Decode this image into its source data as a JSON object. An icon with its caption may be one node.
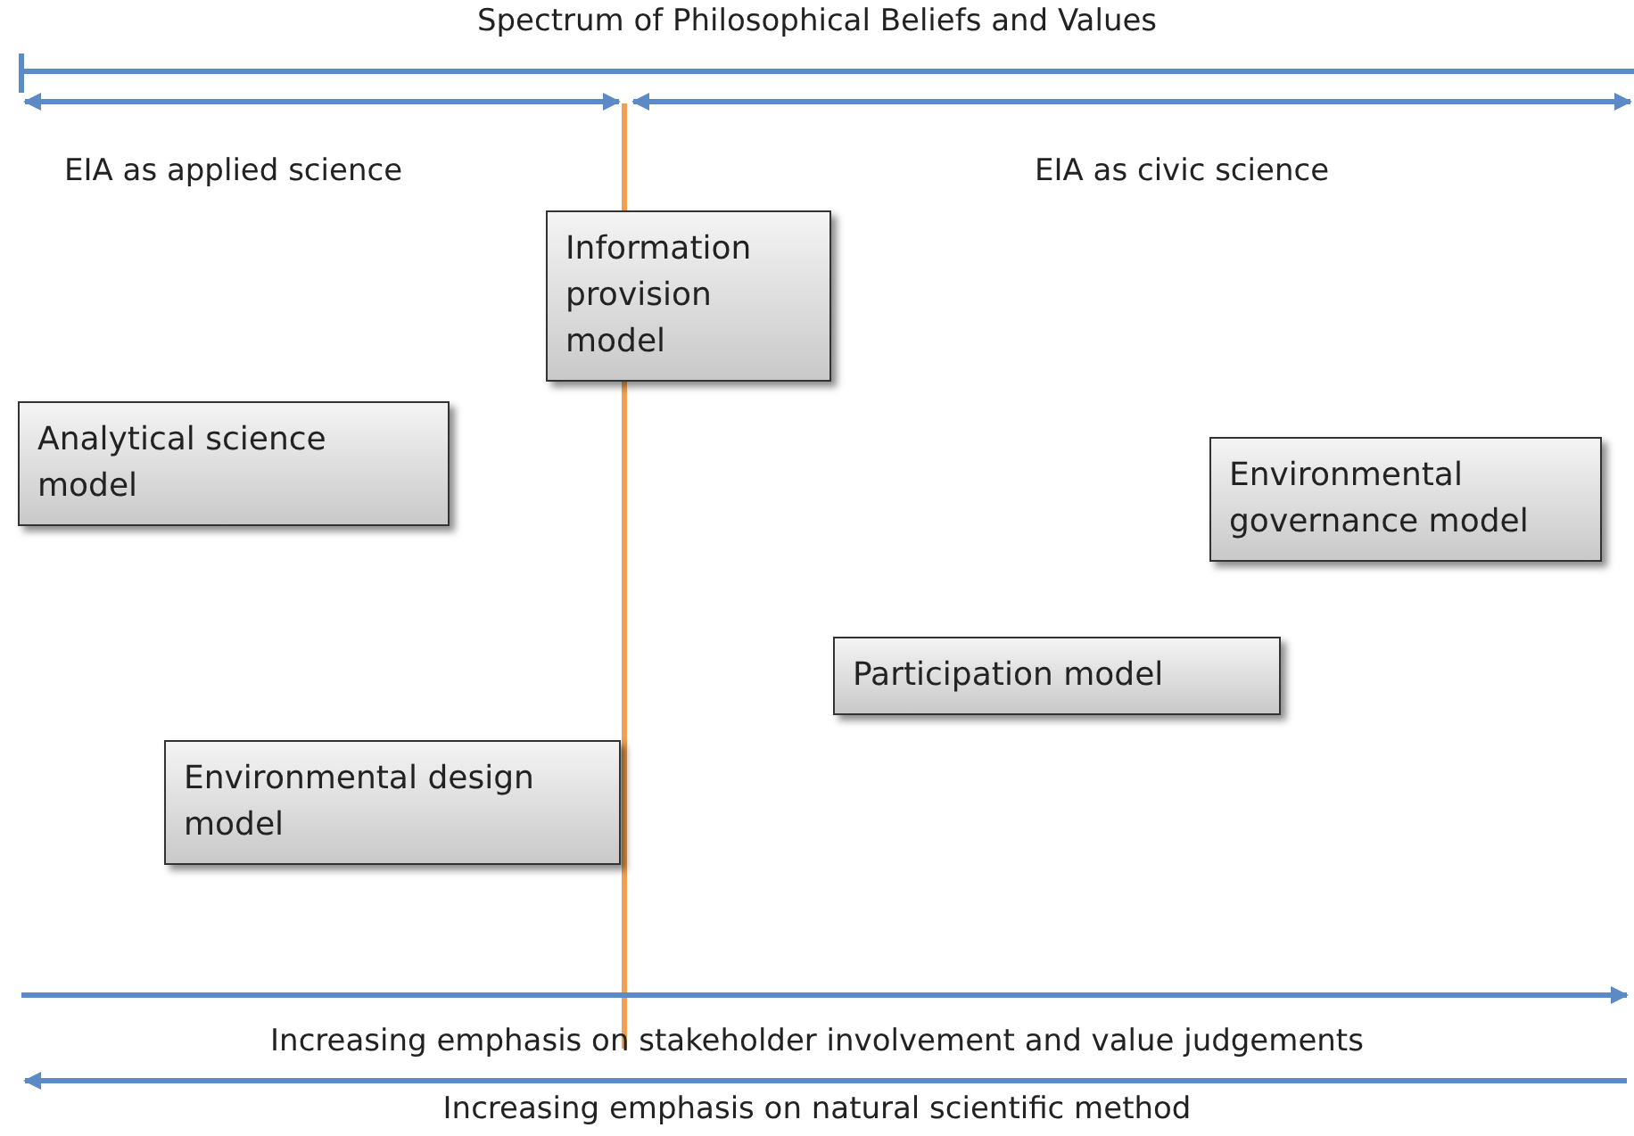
{
  "diagram": {
    "title": "Spectrum of Philosophical Beliefs and Values",
    "nodes": [
      {
        "text": [
          "Information provision model"
        ]
      },
      {
        "text": [
          "Analytical science model"
        ]
      },
      {
        "text": [
          "Environmental governance model"
        ]
      },
      {
        "text": [
          "Participation model"
        ]
      },
      {
        "text": [
          "Environmental design model"
        ]
      }
    ],
    "labels": [
      "EIA as applied science",
      "EIA as civic science",
      "Increasing emphasis on stakeholder involvement and value judgements",
      "Increasing emphasis on natural scientific method"
    ]
  }
}
